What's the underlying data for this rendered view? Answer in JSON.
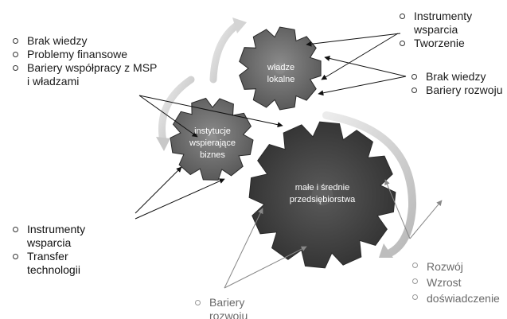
{
  "gears": {
    "top": {
      "line1": "władze",
      "line2": "lokalne"
    },
    "middle": {
      "line1": "instytucje",
      "line2": "wspierające",
      "line3": "biznes"
    },
    "big": {
      "line1": "małe i średnie",
      "line2": "przedsiębiorstwa"
    }
  },
  "lists": {
    "top_left": [
      "Brak wiedzy",
      "Problemy finansowe",
      "Bariery współpracy z MSP i władzami"
    ],
    "top_right": [
      "Instrumenty wsparcia",
      "Tworzenie"
    ],
    "right_mid": [
      "Brak wiedzy",
      "Bariery rozwoju"
    ],
    "bottom_left": [
      "Instrumenty wsparcia",
      "Transfer technologii"
    ],
    "bottom_right": [
      "Rozwój",
      "Wzrost",
      "doświadczenie"
    ],
    "bottom_center": [
      "Bariery rozwoju"
    ]
  },
  "colors": {
    "gear_dark": "#3f3f3f",
    "gear_mid": "#555555",
    "arrow_light": "#d8d8d8"
  }
}
